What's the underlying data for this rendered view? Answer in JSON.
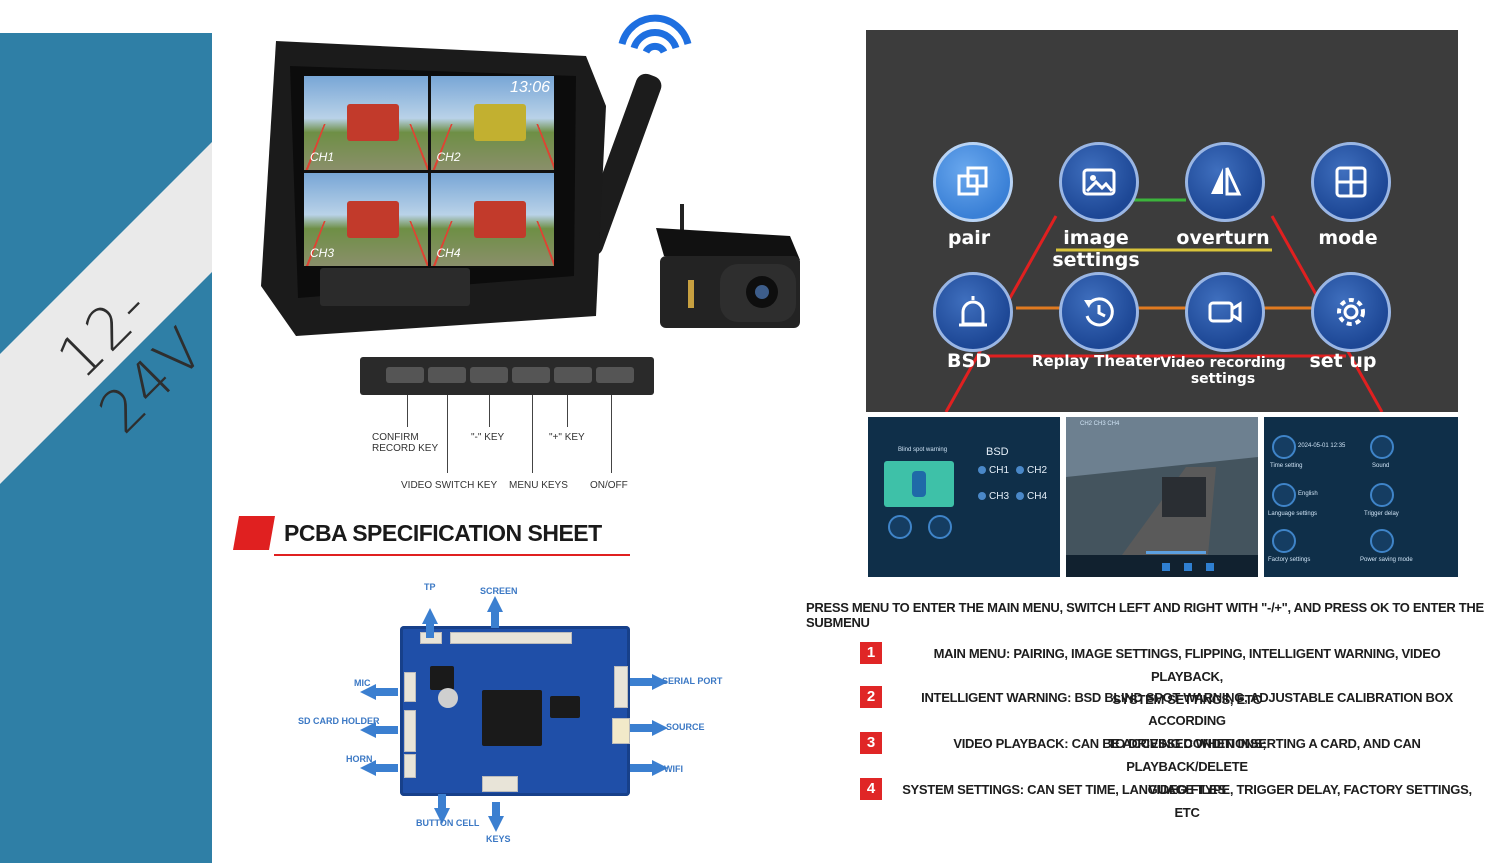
{
  "voltage": "12-24V",
  "monitor": {
    "time": "13:06",
    "channels": [
      "CH1",
      "CH2",
      "CH3",
      "CH4"
    ]
  },
  "button_labels": {
    "confirm_record": [
      "CONFIRM",
      "RECORD KEY"
    ],
    "minus_key": "\"-\" KEY",
    "plus_key": "\"+\" KEY",
    "video_switch": "VIDEO SWITCH KEY",
    "menu_keys": "MENU KEYS",
    "on_off": "ON/OFF"
  },
  "pcba": {
    "title": "PCBA SPECIFICATION SHEET",
    "labels": {
      "tp": "TP",
      "screen": "SCREEN",
      "mic": "MIC",
      "sd_card": "SD CARD HOLDER",
      "horn": "HORN",
      "serial_port": "SERIAL PORT",
      "source": "SOURCE",
      "wifi": "WIFI",
      "button_cell": "BUTTON CELL",
      "keys": "KEYS"
    }
  },
  "menu": {
    "items": [
      {
        "label": "pair",
        "icon": "pair-icon"
      },
      {
        "label": "image settings",
        "icon": "image-icon"
      },
      {
        "label": "overturn",
        "icon": "overturn-icon"
      },
      {
        "label": "mode",
        "icon": "grid-icon"
      },
      {
        "label": "BSD",
        "icon": "alarm-icon"
      },
      {
        "label": "Replay Theater",
        "icon": "replay-icon"
      },
      {
        "label": "Video recording settings",
        "icon": "video-camera-icon"
      },
      {
        "label": "set up",
        "icon": "gear-icon"
      }
    ]
  },
  "thumbs": {
    "bsd": {
      "title": "BSD",
      "channels": [
        "CH1",
        "CH2",
        "CH3",
        "CH4"
      ],
      "caption": "Blind spot warning"
    },
    "playback": {
      "channels": "CH2 CH3 CH4"
    },
    "settings": {
      "items": [
        "Time setting",
        "Sound",
        "Language settings",
        "Trigger delay",
        "Factory settings",
        "Power saving mode"
      ],
      "language": "English",
      "date": "2024-05-01 12:35"
    }
  },
  "instructions": {
    "header": "PRESS MENU TO ENTER THE MAIN MENU, SWITCH LEFT AND RIGHT WITH \"-/+\", AND PRESS OK TO ENTER THE SUBMENU",
    "items": [
      {
        "num": "1",
        "line1": "MAIN MENU: PAIRING, IMAGE SETTINGS, FLIPPING, INTELLIGENT WARNING, VIDEO PLAYBACK,",
        "line2": "SYSTEM SETTINGS, ETC"
      },
      {
        "num": "2",
        "line1": "INTELLIGENT WARNING: BSD BLIND SPOT WARNING, ADJUSTABLE CALIBRATION BOX ACCORDING",
        "line2": "TO DRIVING CONDITIONS;"
      },
      {
        "num": "3",
        "line1": "VIDEO PLAYBACK: CAN BE ACCESSED WHEN INSERTING A CARD, AND CAN PLAYBACK/DELETE",
        "line2": "VIDEO FILES"
      },
      {
        "num": "4",
        "line1": "SYSTEM SETTINGS: CAN SET TIME, LANGUAGE TYPE, TRIGGER DELAY, FACTORY SETTINGS, ETC",
        "line2": ""
      }
    ]
  },
  "colors": {
    "band": "#2f7fa6",
    "menu_bg": "#3c3c3c",
    "icon_blue": "#1d4795",
    "accent_red": "#e02626"
  }
}
